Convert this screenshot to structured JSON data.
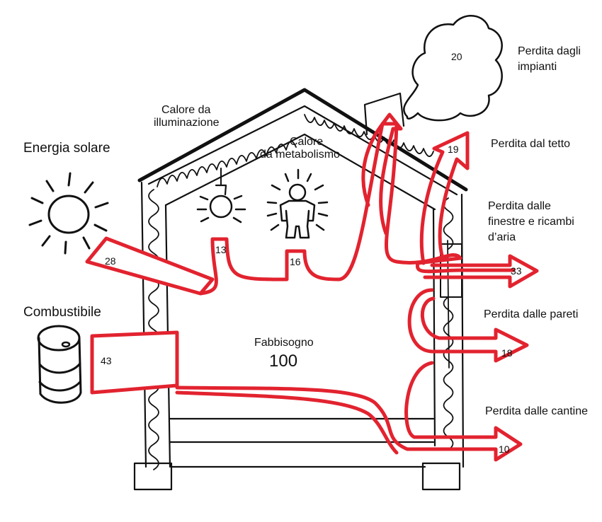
{
  "colors": {
    "flow": "#e2232f",
    "ink": "#111111",
    "background": "#ffffff"
  },
  "labels": {
    "solar": "Energia solare",
    "fuel": "Combustibile",
    "lighting_line1": "Calore da",
    "lighting_line2": "illuminazione",
    "metabolism_line1": "Calore",
    "metabolism_line2": "da metabolismo",
    "plant_loss_line1": "Perdita dagli",
    "plant_loss_line2": "impianti",
    "roof_loss": "Perdita dal tetto",
    "windows_loss_line1": "Perdita dalle",
    "windows_loss_line2": "finestre e ricambi",
    "windows_loss_line3": "d’aria",
    "walls_loss": "Perdita dalle pareti",
    "cellar_loss": "Perdita dalle cantine",
    "demand_label": "Fabbisogno",
    "demand_value": "100"
  },
  "values": {
    "solar": "28",
    "fuel": "43",
    "lighting": "13",
    "metabolism": "16",
    "plant_loss": "20",
    "roof_loss": "19",
    "windows_loss": "33",
    "walls_loss": "18",
    "cellar_loss": "10"
  },
  "icons": [
    "sun-icon",
    "fuel-barrel-icon",
    "light-bulb-icon",
    "person-icon",
    "smoke-cloud-icon"
  ]
}
